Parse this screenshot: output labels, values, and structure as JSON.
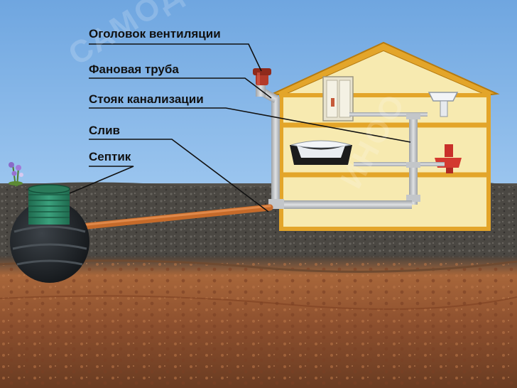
{
  "labels": {
    "vent_head": "Оголовок вентиляции",
    "fan_pipe": "Фановая труба",
    "sewer_riser": "Стояк канализации",
    "drain": "Слив",
    "septic": "Септик"
  },
  "watermark": {
    "text1": "САМОДЕЛКА",
    "text2": "ИНОО"
  },
  "colors": {
    "sky": "#7fb3e8",
    "house_wall": "#f7eab0",
    "house_frame": "#e3a52a",
    "pipe_grey": "#b9bcbf",
    "drain_pipe": "#c56a2a",
    "vent_head": "#b33a2a",
    "septic_body": "#1e2226",
    "septic_neck": "#2b8a6a",
    "soil_top": "#4a4743",
    "soil_mid": "#9a5a35",
    "soil_bottom": "#6e3f25"
  }
}
